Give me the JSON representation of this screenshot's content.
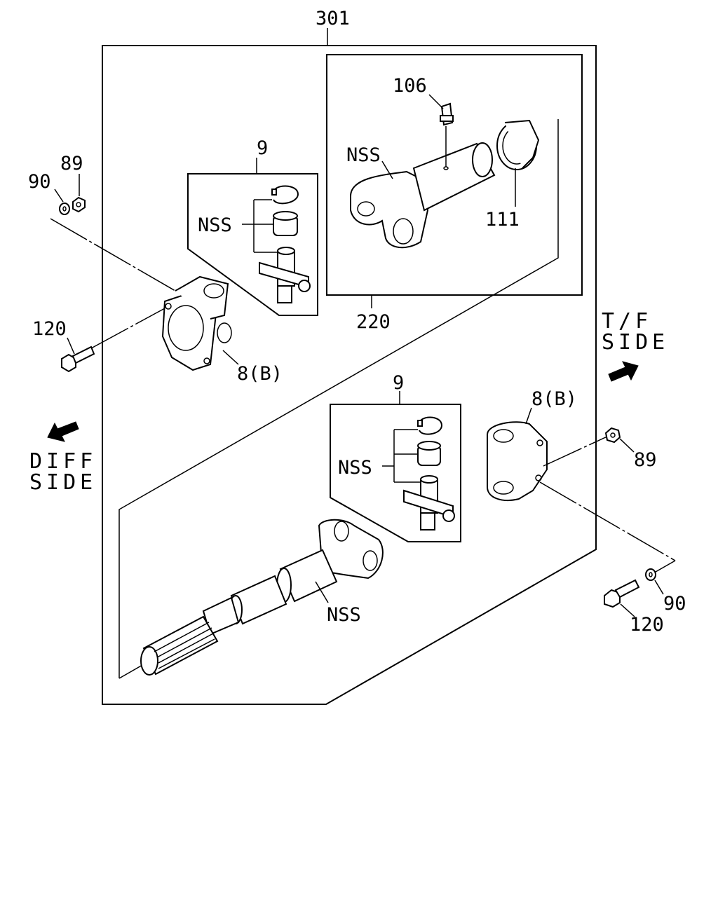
{
  "labels": {
    "assembly": "301",
    "shaft_assembly": "220",
    "grease_fitting": "106",
    "slip_seal": "111",
    "nss_upper_shaft": "NSS",
    "kit_upper": "9",
    "nss_kit_upper": "NSS",
    "kit_lower": "9",
    "nss_kit_lower": "NSS",
    "nss_lower_shaft": "NSS",
    "flange_yoke_left": "8(B)",
    "flange_yoke_right": "8(B)",
    "washer_left": "90",
    "nut_left": "89",
    "bolt_left": "120",
    "nut_right": "89",
    "washer_right": "90",
    "bolt_right": "120",
    "tf_side_line1": "T/F",
    "tf_side_line2": "SIDE",
    "diff_side_line1": "DIFF",
    "diff_side_line2": "SIDE"
  },
  "icons": [
    "arrow-right-icon",
    "arrow-left-icon"
  ]
}
